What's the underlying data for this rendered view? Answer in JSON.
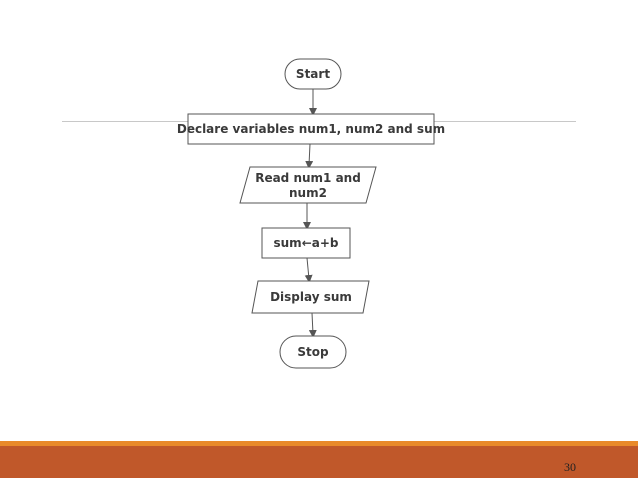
{
  "flowchart": {
    "start": "Start",
    "declare": "Declare variables num1, num2 and sum",
    "read_line1": "Read num1 and",
    "read_line2": "num2",
    "assign": "sum←a+b",
    "display": "Display sum",
    "stop": "Stop"
  },
  "footer": {
    "page_number": "30"
  },
  "colors": {
    "footer_band": "#c0582a",
    "footer_accent": "#e98a2a"
  }
}
